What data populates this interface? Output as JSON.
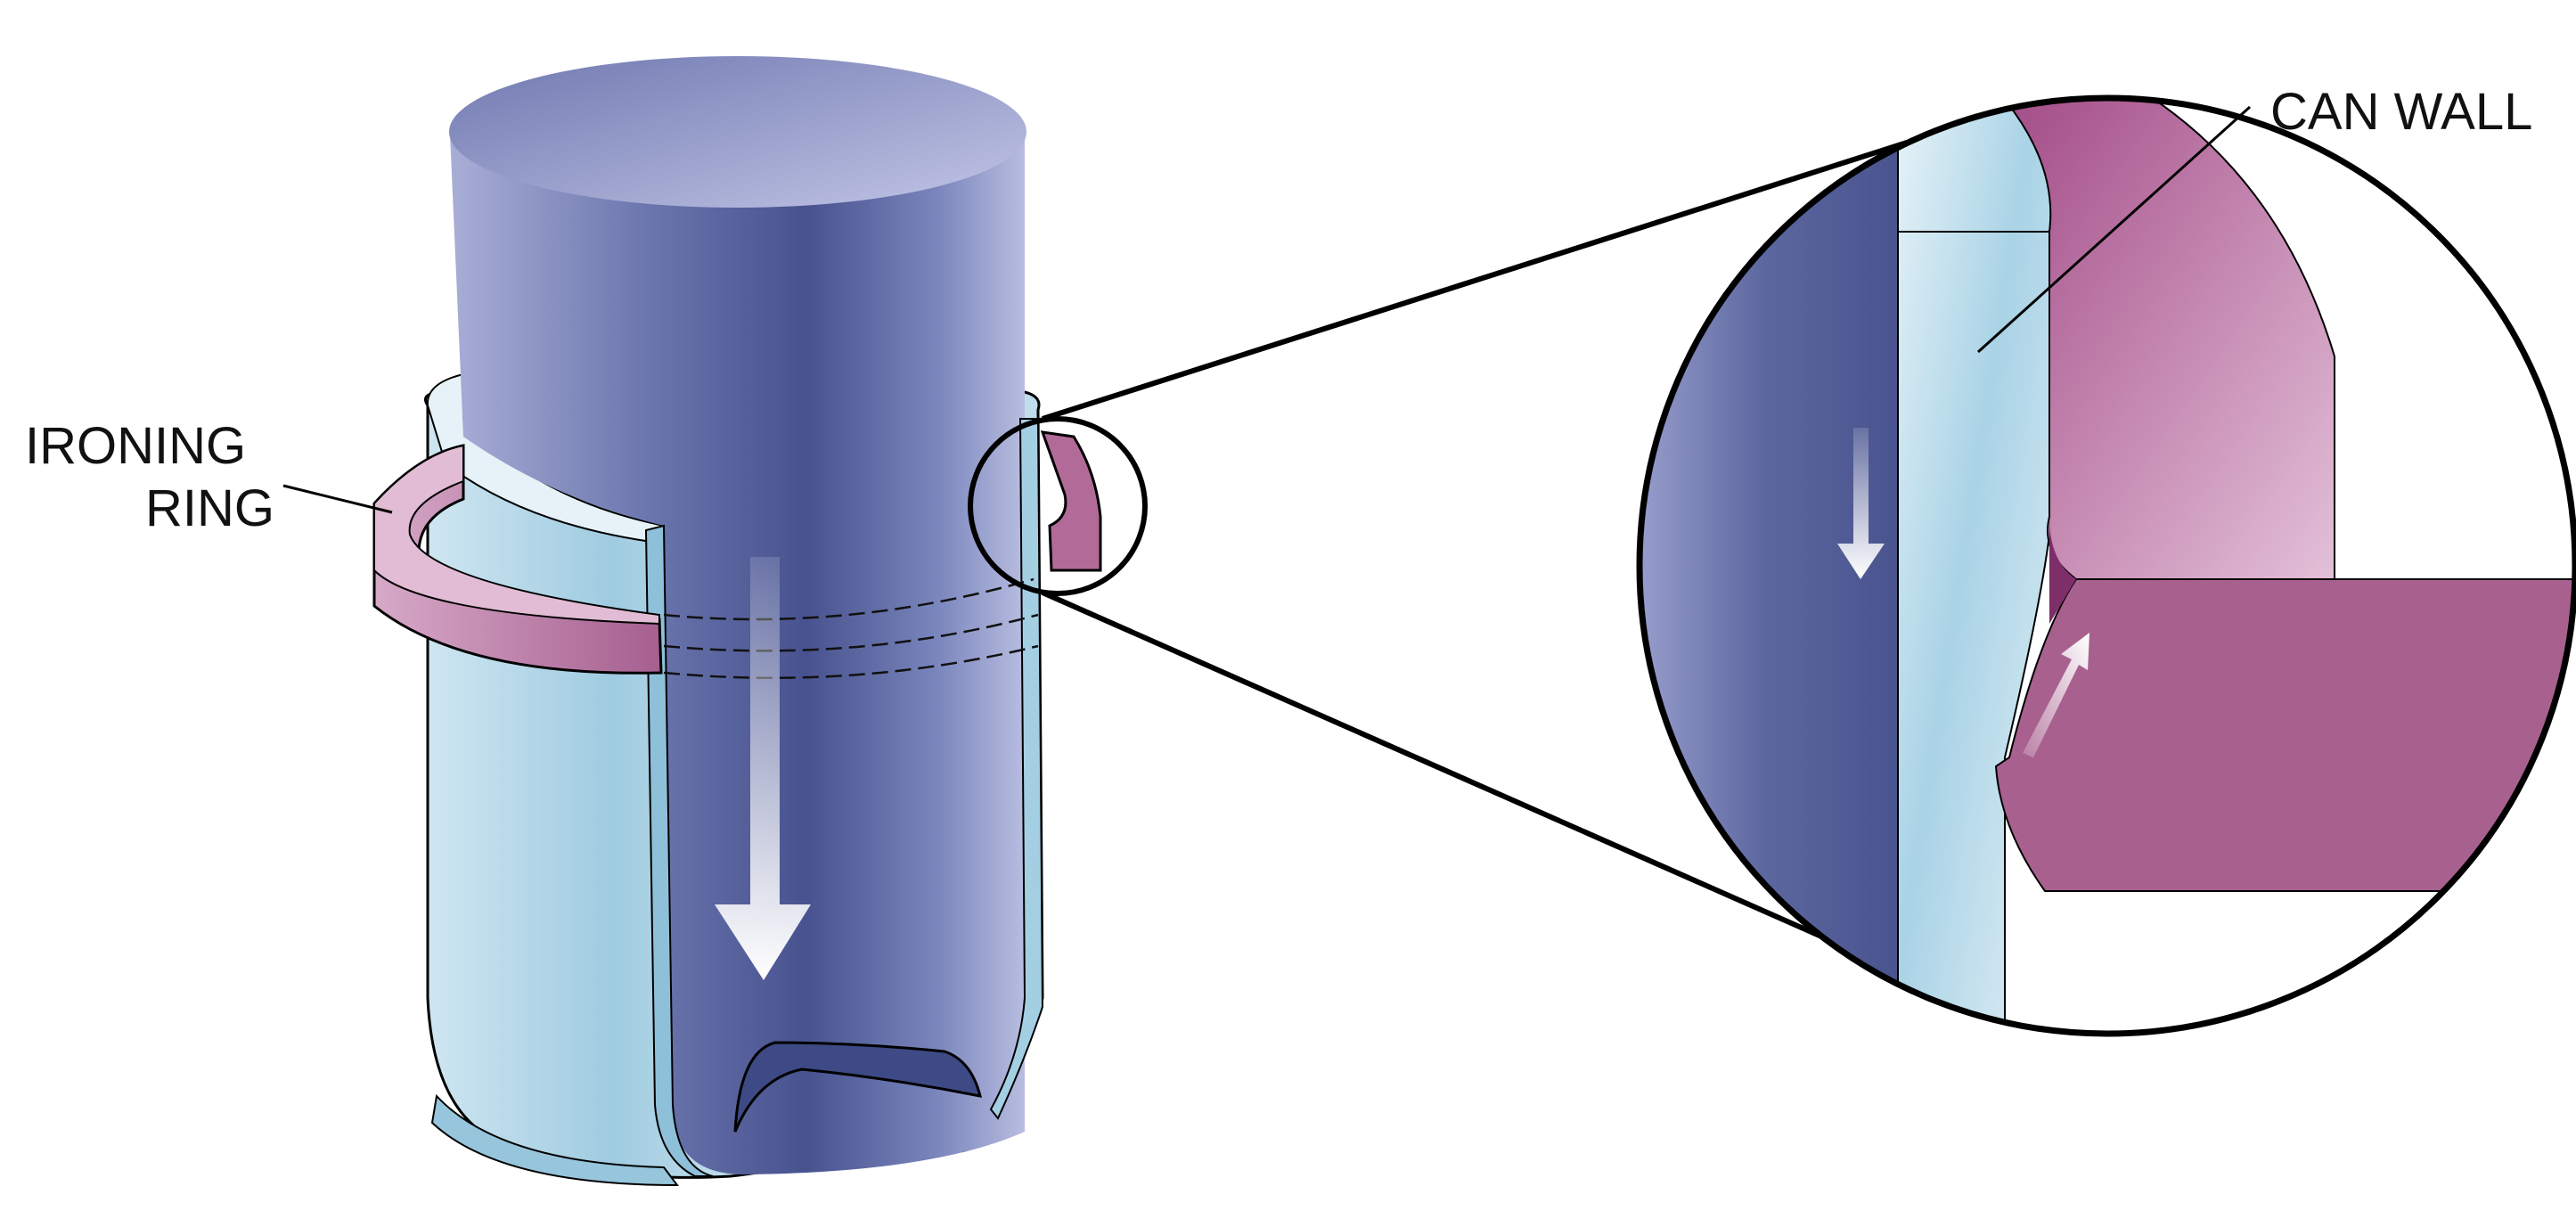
{
  "labels": {
    "ironing_ring_line1": "IRONING",
    "ironing_ring_line2": "RING",
    "can_wall": "CAN WALL"
  },
  "colors": {
    "punch": "#4a5691",
    "punch_light": "#b4b8db",
    "can_wall": "#a9d2e4",
    "ring": "#a6628f",
    "ring_light": "#d3a2c4",
    "outline": "#000000"
  }
}
